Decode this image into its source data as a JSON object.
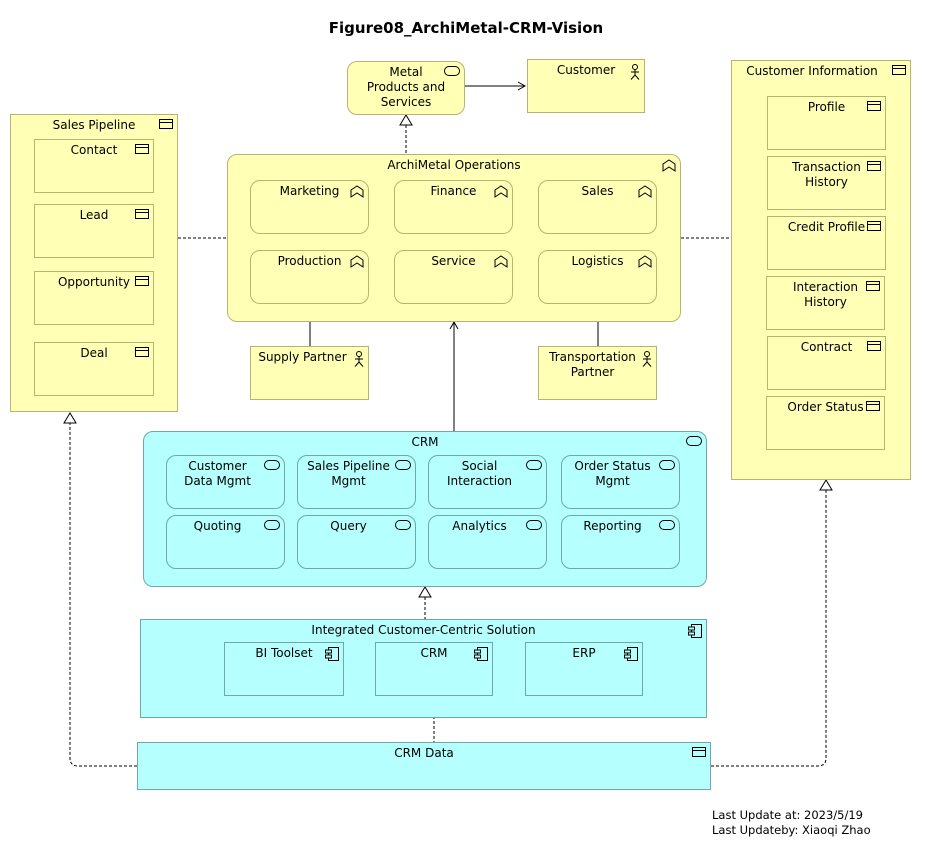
{
  "title": "Figure08_ArchiMetal-CRM-Vision",
  "top": {
    "metal_products": "Metal\nProducts and\nServices",
    "customer": "Customer"
  },
  "sales_pipeline": {
    "title": "Sales Pipeline",
    "items": [
      "Contact",
      "Lead",
      "Opportunity",
      "Deal"
    ]
  },
  "operations": {
    "title": "ArchiMetal Operations",
    "items": [
      "Marketing",
      "Finance",
      "Sales",
      "Production",
      "Service",
      "Logistics"
    ]
  },
  "partners": {
    "supply": "Supply Partner",
    "transport": "Transportation\nPartner"
  },
  "customer_info": {
    "title": "Customer Information",
    "items": [
      "Profile",
      "Transaction\nHistory",
      "Credit Profile",
      "Interaction\nHistory",
      "Contract",
      "Order Status"
    ]
  },
  "crm_services": {
    "title": "CRM",
    "items": [
      "Customer\nData Mgmt",
      "Sales Pipeline\nMgmt",
      "Social\nInteraction",
      "Order Status\nMgmt",
      "Quoting",
      "Query",
      "Analytics",
      "Reporting"
    ]
  },
  "solution": {
    "title": "Integrated Customer-Centric Solution",
    "items": [
      "BI Toolset",
      "CRM",
      "ERP"
    ]
  },
  "data": {
    "title": "CRM Data"
  },
  "footer": {
    "update": "Last Update at:  2023/5/19",
    "by": "Last Updateby:  Xiaoqi Zhao"
  },
  "colors": {
    "business": "#ffffb5",
    "application": "#b5ffff"
  }
}
